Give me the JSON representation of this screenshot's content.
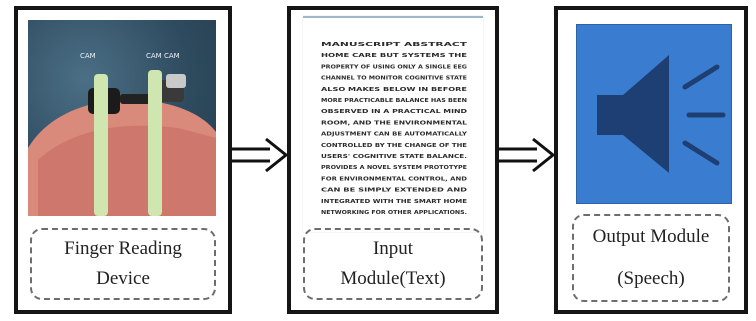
{
  "panels": [
    {
      "image": "finger-reading-device-photo",
      "caption_line1": "Finger Reading",
      "caption_line2": "Device",
      "photo_labels": [
        "CAM",
        "CAM CAM"
      ]
    },
    {
      "image": "text-document-thumbnail",
      "caption_line1": "Input",
      "caption_line2": "Module(Text)"
    },
    {
      "image": "speaker-icon",
      "caption_line1": "Output Module",
      "caption_line2": "(Speech)"
    }
  ],
  "document_text": [
    "MANUSCRIPT                    ABSTRACT",
    "HOME CARE BUT SYSTEMS THE",
    "PROPERTY OF USING ONLY A SINGLE EEG",
    "CHANNEL TO MONITOR COGNITIVE STATE",
    "ALSO MAKES BELOW IN BEFORE",
    "MORE PRACTICABLE BALANCE HAS BEEN",
    "OBSERVED IN A PRACTICAL MIND",
    "ROOM, AND THE ENVIRONMENTAL",
    "ADJUSTMENT CAN BE AUTOMATICALLY",
    "CONTROLLED BY THE CHANGE OF THE",
    "USERS' COGNITIVE STATE BALANCE.",
    "PROVIDES A NOVEL SYSTEM PROTOTYPE",
    "FOR ENVIRONMENTAL CONTROL, AND",
    "CAN BE SIMPLY EXTENDED AND",
    "INTEGRATED WITH THE SMART HOME",
    "NETWORKING FOR OTHER APPLICATIONS."
  ],
  "colors": {
    "speaker_bg": "#3a7dd0",
    "speaker_fg": "#1e3f73",
    "strap": "#cfe6b0"
  }
}
